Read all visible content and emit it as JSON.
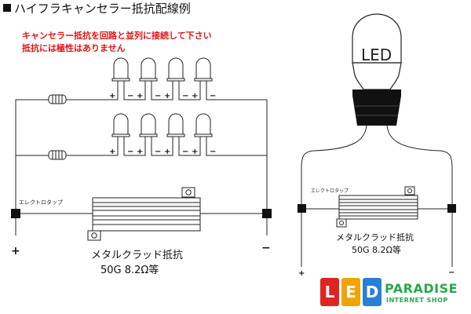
{
  "header": {
    "title": "ハイフラキャンセラー抵抗配線例",
    "note_line1": "キャンセラー抵抗を回路と並列に接続して下さい",
    "note_line2": "抵抗には極性はありません"
  },
  "left_circuit": {
    "tap_label": "エレクトロタップ",
    "resistor_name": "メタルクラッド抵抗",
    "resistor_spec": "50G 8.2Ω等",
    "plus": "+",
    "minus": "−",
    "led_polarity": [
      "+",
      "−"
    ]
  },
  "right_circuit": {
    "bulb_text": "LED",
    "tap_label": "エレクトロタップ",
    "resistor_name": "メタルクラッド抵抗",
    "resistor_spec": "50G 8.2Ω等",
    "plus": "+",
    "minus": "−"
  },
  "logo": {
    "letters": [
      "L",
      "E",
      "D"
    ],
    "name": "PARADISE",
    "tagline": "INTERNET SHOP",
    "colors": [
      "#e02424",
      "#f0a400",
      "#2a7fd4"
    ],
    "name_color": "#2aa84a"
  }
}
